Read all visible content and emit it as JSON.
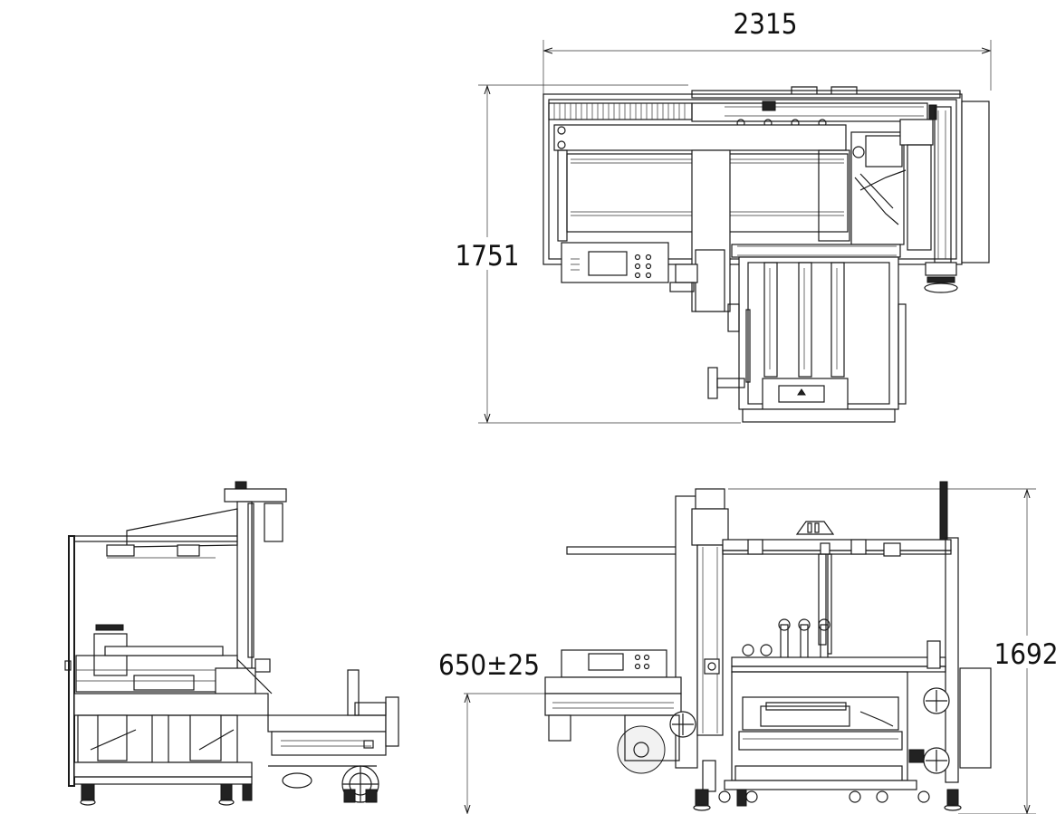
{
  "dimensions": {
    "top_width": "2315",
    "top_depth": "1751",
    "front_height": "1692",
    "infeed_height": "650±25"
  },
  "icons": {
    "top_view": "machine-top-view-drawing",
    "side_view": "machine-side-view-drawing",
    "front_view": "machine-front-view-drawing"
  }
}
